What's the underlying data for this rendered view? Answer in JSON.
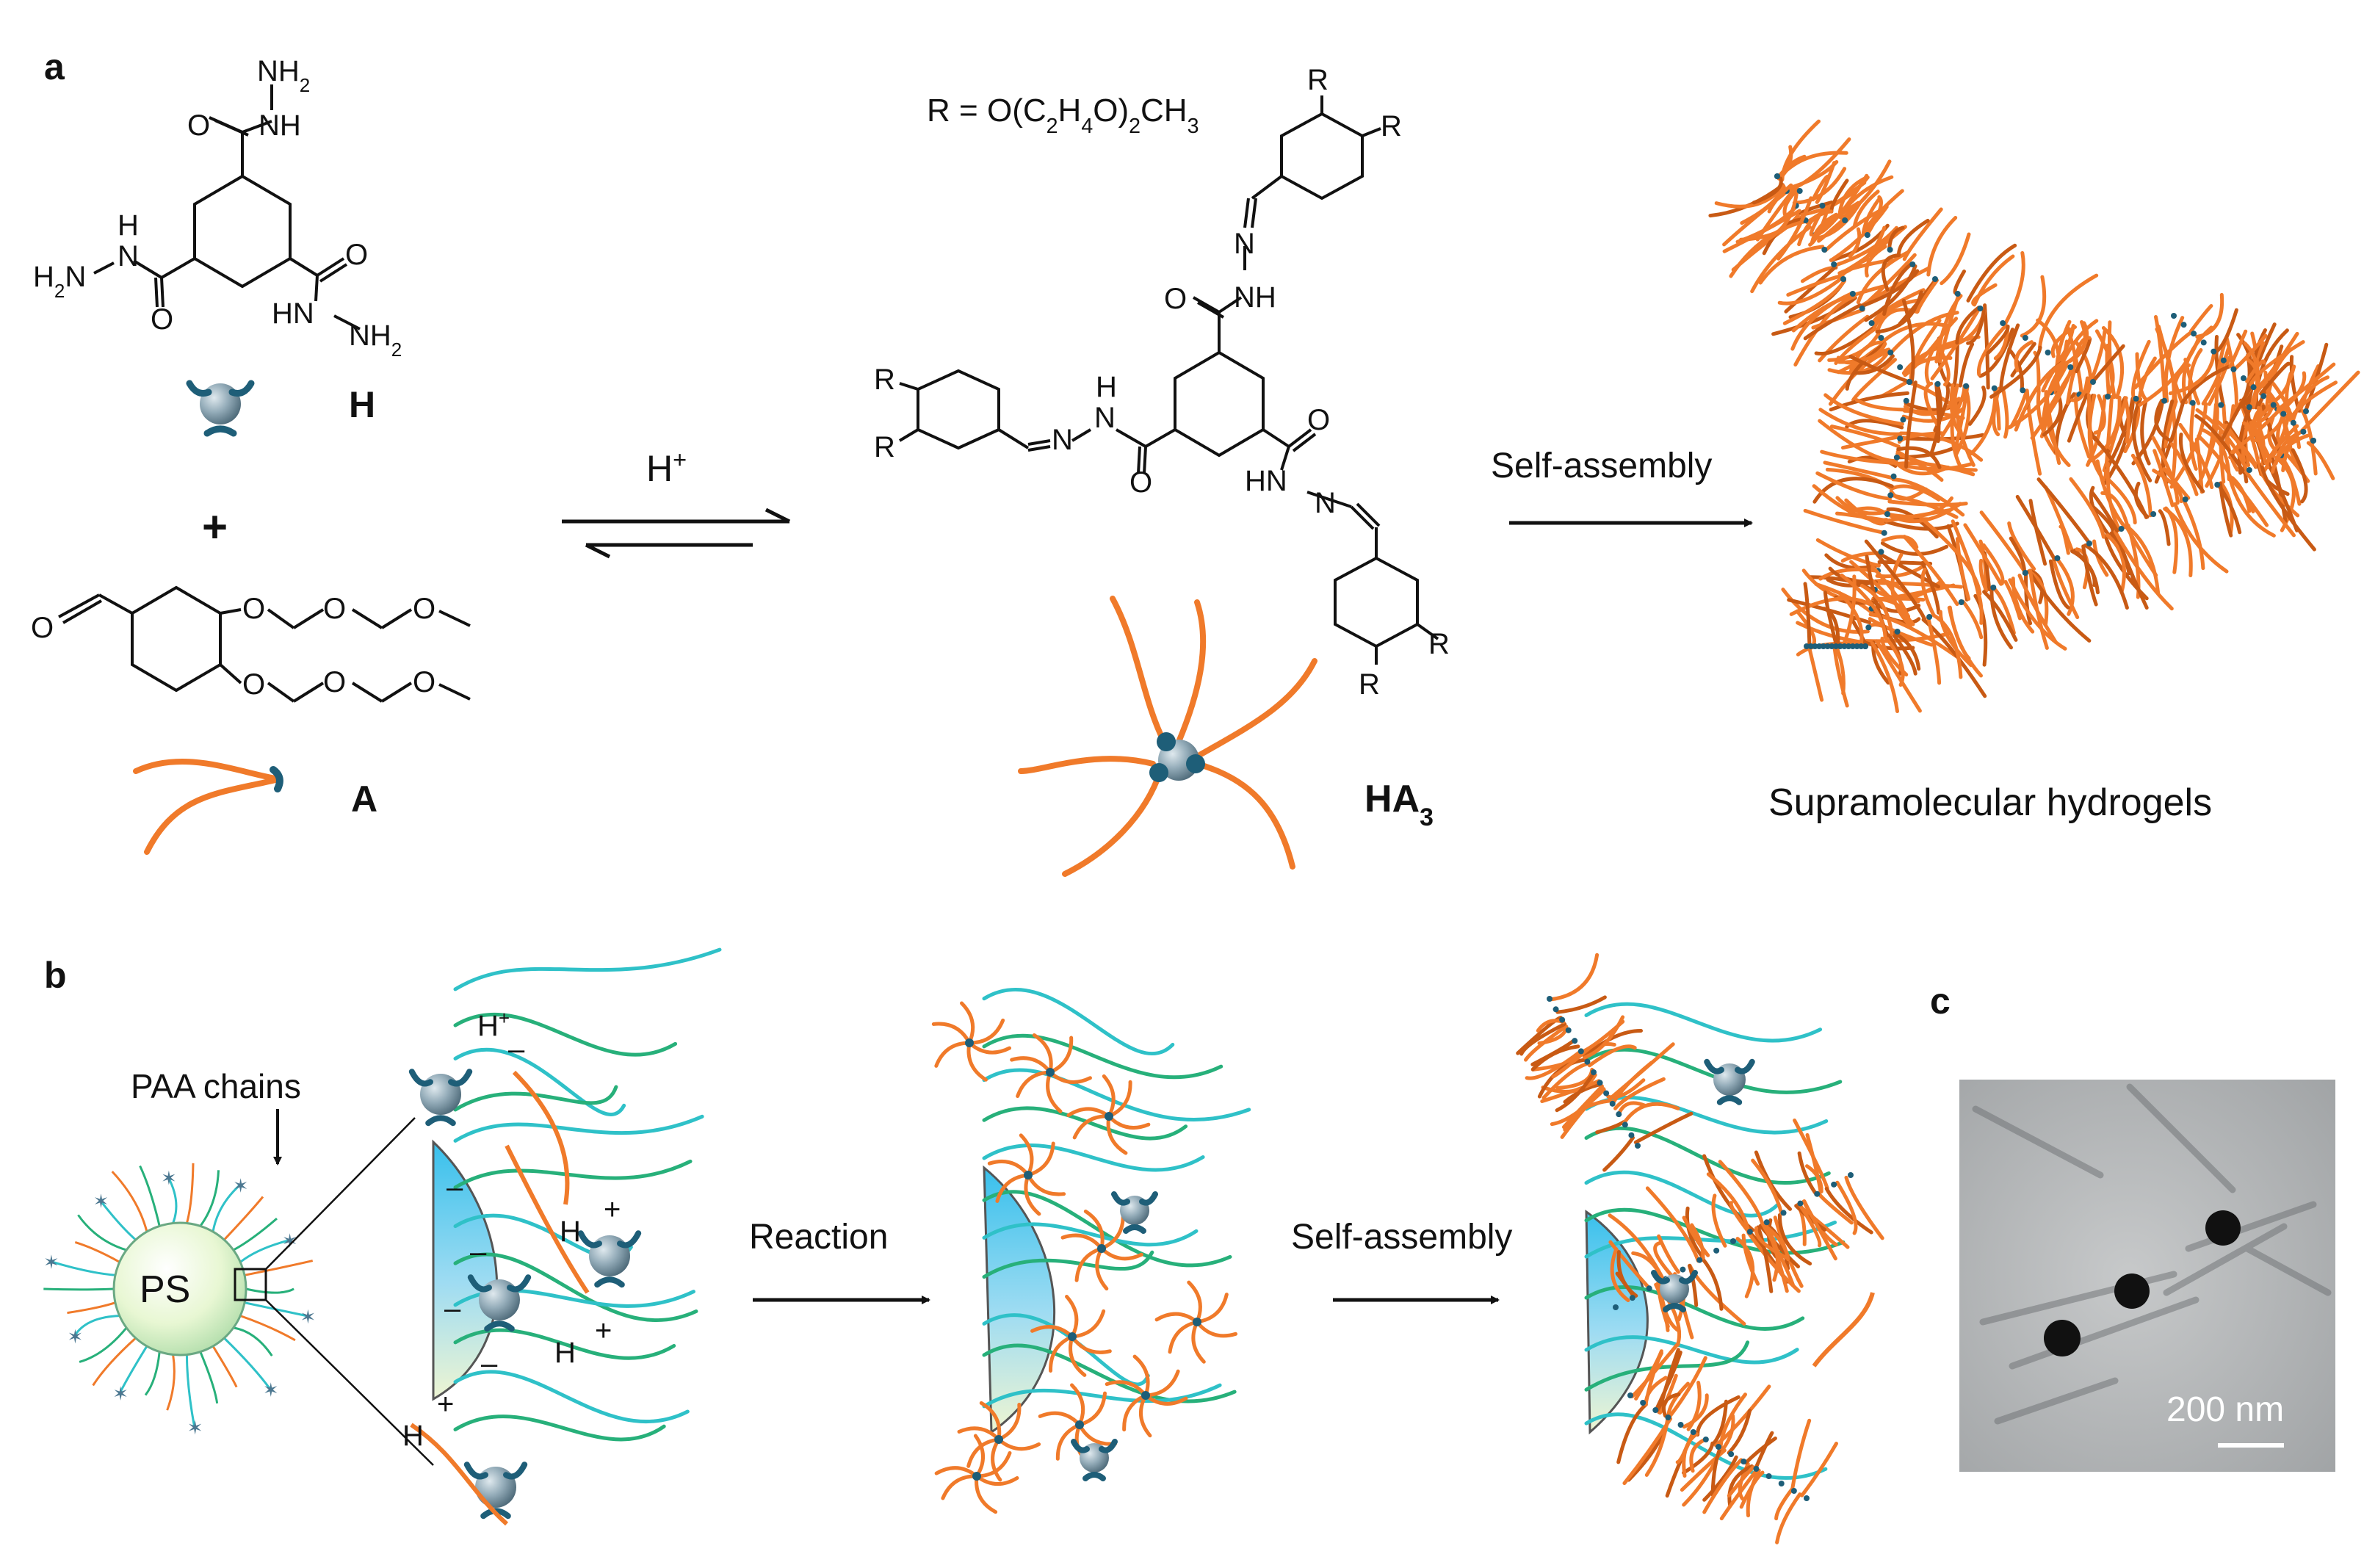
{
  "panels": {
    "a": {
      "label": "a",
      "compound_h": {
        "label": "H",
        "atoms": {
          "nh2_top": "NH2",
          "nh_top": "NH",
          "o_top": "O",
          "nh_left": "N",
          "h_left": "H",
          "h2n_left": "H2N",
          "o_left": "O",
          "o_right": "O",
          "hn_right": "HN",
          "nh2_right": "NH2"
        }
      },
      "plus": "+",
      "compound_a": {
        "label": "A",
        "atoms": {
          "o_aldehyde": "O",
          "o1": "O",
          "o2": "O",
          "o3": "O",
          "o4": "O",
          "o5": "O",
          "o6": "O"
        }
      },
      "r_definition": "R = O(C2H4O)2CH3",
      "compound_ha3": {
        "label": "HA3",
        "atoms": {
          "r1": "R",
          "r2": "R",
          "r3": "R",
          "r4": "R",
          "r5": "R",
          "r6": "R",
          "n1": "N",
          "nh1": "NH",
          "o1": "O",
          "n2": "N",
          "h2": "H",
          "n2b": "N",
          "o2": "O",
          "hn3": "HN",
          "n3": "N",
          "o3": "O"
        }
      },
      "arrow_label": "H+",
      "assembly_label": "Self-assembly",
      "product_label": "Supramolecular hydrogels"
    },
    "b": {
      "label": "b",
      "paa_label": "PAA chains",
      "ps_label": "PS",
      "charges": {
        "hplus_top": "H+",
        "minus1": "–",
        "minus2": "–",
        "minus3": "–",
        "h_mid": "H",
        "plus_mid": "+",
        "minus4": "–",
        "h_low": "H",
        "plus_low": "+",
        "minus5": "–",
        "h_bottom": "H",
        "plus_bottom": "+"
      },
      "reaction_label": "Reaction",
      "assembly_label": "Self-assembly"
    },
    "c": {
      "label": "c",
      "scale_bar": "200 nm"
    }
  },
  "colors": {
    "orange": "#F07A2A",
    "orange_dark": "#C85A14",
    "teal": "#2FC1C8",
    "green": "#27B07A",
    "node": "#1E5E78",
    "sphere": "#7E98A6"
  }
}
